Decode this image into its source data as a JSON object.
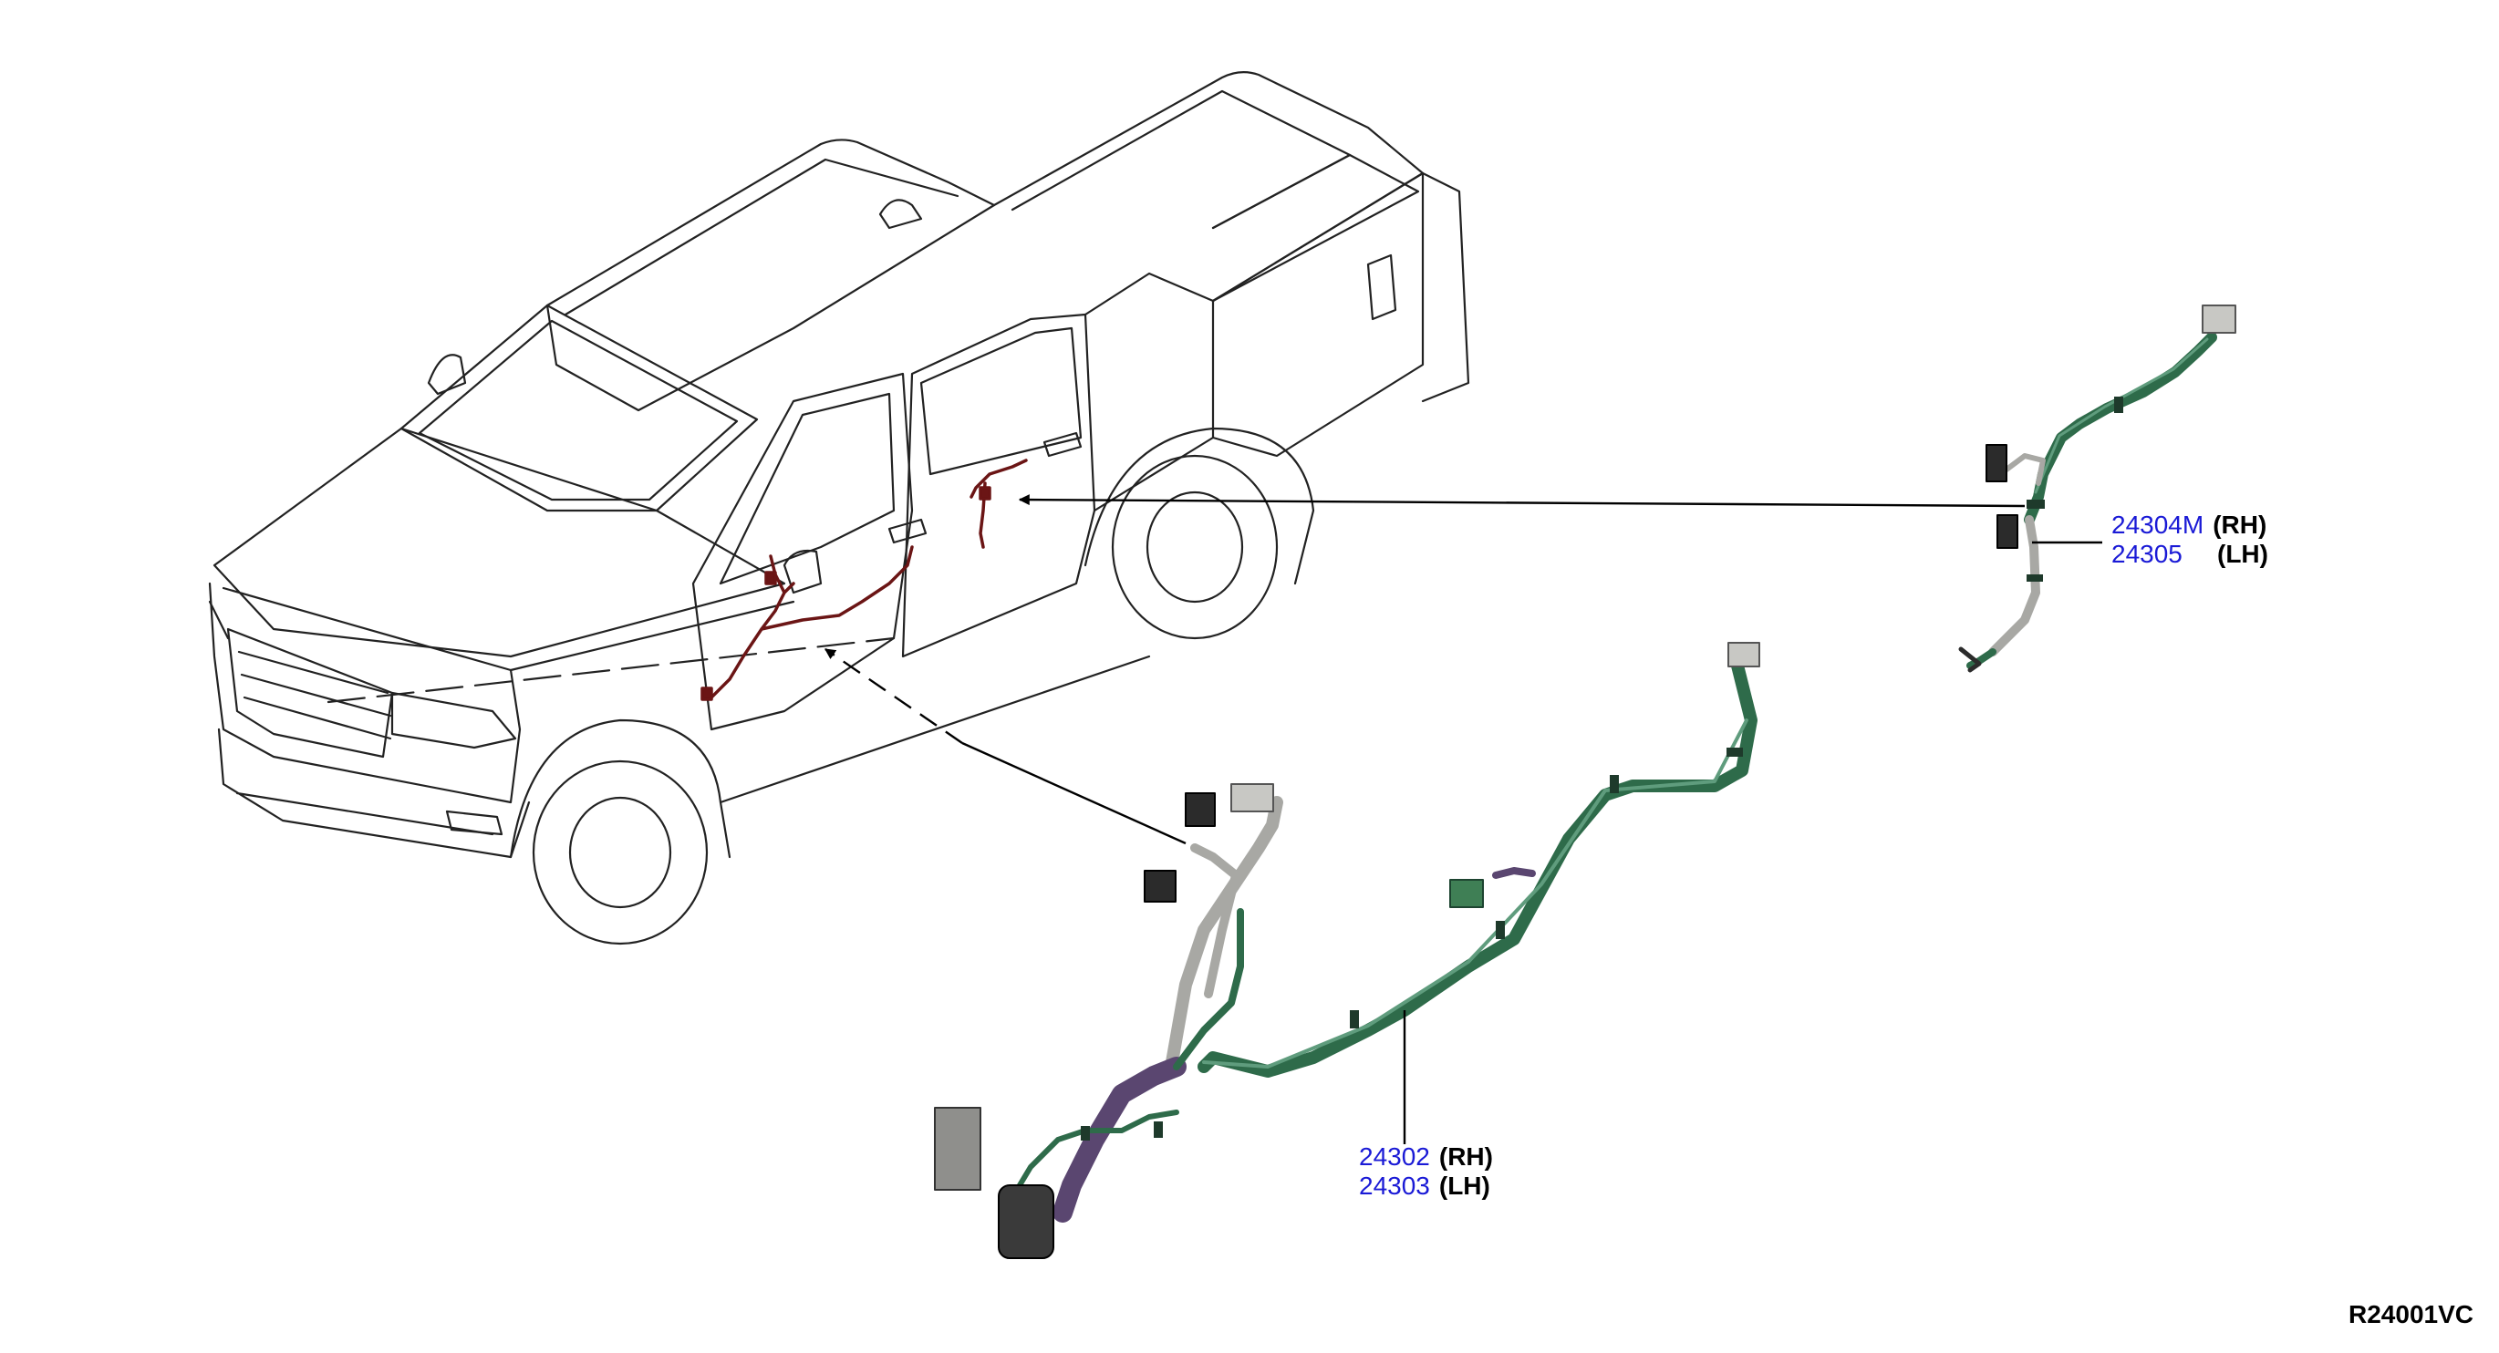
{
  "diagram_id": "R24001VC",
  "callouts": {
    "rear": {
      "rh_part": "24304M",
      "rh_side": "(RH)",
      "lh_part": "24305",
      "lh_side": "(LH)"
    },
    "front": {
      "rh_part": "24302",
      "rh_side": "(RH)",
      "lh_part": "24303",
      "lh_side": "(LH)"
    }
  },
  "colors": {
    "line_art": "#222222",
    "harness_in_vehicle": "#6b1515",
    "harness_green": "#2e6b4a",
    "harness_grey": "#a8a8a4",
    "harness_purple": "#5a4670",
    "part_number": "#1a1ad6"
  }
}
